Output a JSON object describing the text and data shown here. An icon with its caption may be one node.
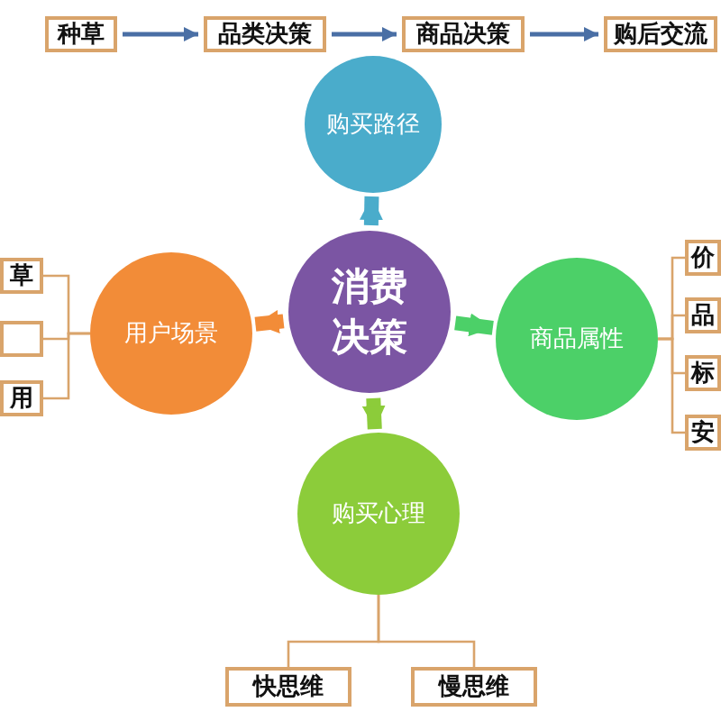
{
  "diagram": {
    "nodes": [
      {
        "text": [
          "种草"
        ]
      },
      {
        "text": [
          "品类决策"
        ]
      },
      {
        "text": [
          "商品决策"
        ]
      },
      {
        "text": [
          "购后交流"
        ]
      },
      {
        "text": [
          "购买路径"
        ]
      },
      {
        "text": [
          "草"
        ]
      },
      {
        "text": [],
        "shape": "box"
      },
      {
        "text": [
          "用"
        ]
      },
      {
        "text": [
          "用户场景"
        ]
      },
      {
        "text": [
          "消费决策"
        ]
      },
      {
        "text": [
          "商品属性"
        ]
      },
      {
        "text": [
          "价"
        ]
      },
      {
        "text": [
          "品"
        ]
      },
      {
        "text": [
          "标"
        ]
      },
      {
        "text": [
          "安"
        ]
      },
      {
        "text": [
          "购买心理"
        ]
      },
      {
        "text": [
          "快思维"
        ]
      },
      {
        "text": [
          "慢思维"
        ]
      }
    ],
    "edges": [
      {
        "from": 0,
        "to": 1,
        "arrow": "to",
        "color": "#4a6fa5"
      },
      {
        "from": 1,
        "to": 2,
        "arrow": "to",
        "color": "#4a6fa5"
      },
      {
        "from": 2,
        "to": 3,
        "arrow": "to",
        "color": "#4a6fa5"
      },
      {
        "from": 9,
        "to": 4,
        "arrow": "to",
        "style": "thick",
        "color": "#4aaccb"
      },
      {
        "from": 9,
        "to": 8,
        "arrow": "to",
        "style": "thick",
        "color": "#f28c38"
      },
      {
        "from": 9,
        "to": 10,
        "arrow": "to",
        "style": "thick",
        "color": "#4cd068"
      },
      {
        "from": 9,
        "to": 15,
        "arrow": "to",
        "style": "thick",
        "color": "#8ccc3a"
      },
      {
        "from": 8,
        "to": 5,
        "arrow": "none"
      },
      {
        "from": 8,
        "to": 6,
        "arrow": "none"
      },
      {
        "from": 8,
        "to": 7,
        "arrow": "none"
      },
      {
        "from": 10,
        "to": 11,
        "arrow": "none"
      },
      {
        "from": 10,
        "to": 12,
        "arrow": "none"
      },
      {
        "from": 10,
        "to": 13,
        "arrow": "none"
      },
      {
        "from": 10,
        "to": 14,
        "arrow": "none"
      },
      {
        "from": 15,
        "to": 16,
        "arrow": "none"
      },
      {
        "from": 15,
        "to": 17,
        "arrow": "none"
      }
    ]
  }
}
